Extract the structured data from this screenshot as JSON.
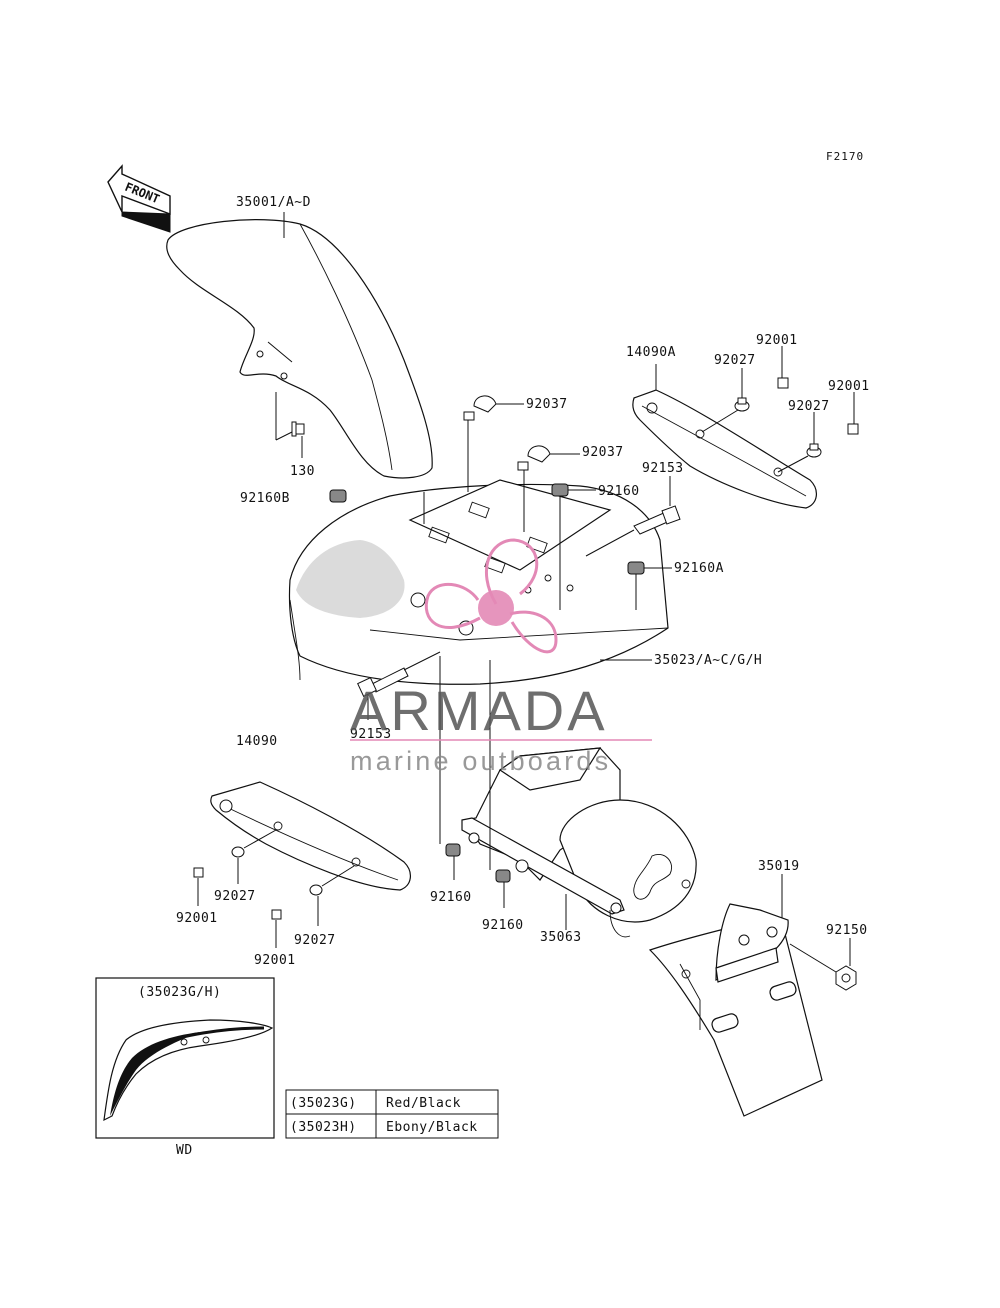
{
  "figure_code": "F2170",
  "front_label": "FRONT",
  "parts": {
    "p35001": "35001/A~D",
    "p130": "130",
    "p92160B": "92160B",
    "p92037a": "92037",
    "p92037b": "92037",
    "p92160a": "92160",
    "p92153a": "92153",
    "p92160A": "92160A",
    "p35023": "35023/A~C/G/H",
    "p14090A": "14090A",
    "p92027a": "92027",
    "p92001a": "92001",
    "p92001b": "92001",
    "p92027b": "92027",
    "p92153b": "92153",
    "p14090": "14090",
    "p92027c": "92027",
    "p92001c": "92001",
    "p92027d": "92027",
    "p92001d": "92001",
    "p92160b": "92160",
    "p92160c": "92160",
    "p35063": "35063",
    "p35019": "35019",
    "p92150": "92150"
  },
  "inset": {
    "title": "(35023G/H)",
    "caption": "WD"
  },
  "color_table": [
    {
      "code": "(35023G)",
      "color": "Red/Black"
    },
    {
      "code": "(35023H)",
      "color": "Ebony/Black"
    }
  ],
  "watermark": {
    "brand": "ARMADA",
    "tagline": "marine outboards",
    "accent_color": "#e389b6"
  }
}
